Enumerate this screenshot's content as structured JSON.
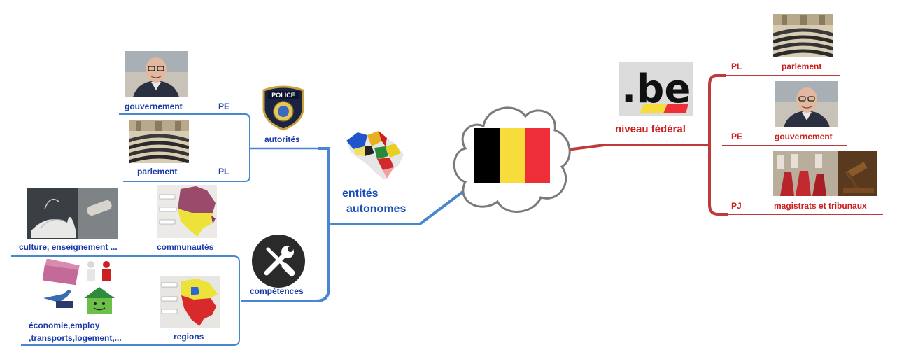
{
  "left": {
    "executive_photo_label": "gouvernement",
    "executive_tag": "PE",
    "parliament_photo_label": "parlement",
    "parliament_tag": "PL",
    "authorities_label": "autorités",
    "police_badge_text": "POLICE",
    "communities_label": "communautés",
    "culture_label": "culture, enseignement ...",
    "competences_label": "compétences",
    "economy_label_line1": "économie,employ",
    "economy_label_line2": ",transports,logement,...",
    "regions_label": "regions",
    "autonomous_label_line1": "entités",
    "autonomous_label_line2": "autonomes"
  },
  "right": {
    "domain_logo_text": ".be",
    "federal_label": "niveau fédéral",
    "legislative_tag": "PL",
    "parliament_label": "parlement",
    "executive_tag": "PE",
    "government_label": "gouvernement",
    "judicial_tag": "PJ",
    "judiciary_label": "magistrats et tribunaux"
  },
  "colors": {
    "left_branch": "#4a86cf",
    "right_branch": "#bf3b3b",
    "left_text": "#1a3aa8",
    "right_text": "#cc1f1f",
    "flag_black": "#000000",
    "flag_yellow": "#f6dd3c",
    "flag_red": "#ee2f37"
  },
  "icons": {
    "center": "cloud-with-belgian-flag-icon",
    "police": "police-badge-icon",
    "tools": "wrench-screwdriver-icon",
    "map": "belgium-map-icon",
    "books": "books-icon",
    "money": "banknotes-icon",
    "house": "house-icon",
    "plane": "airplane-icon"
  }
}
